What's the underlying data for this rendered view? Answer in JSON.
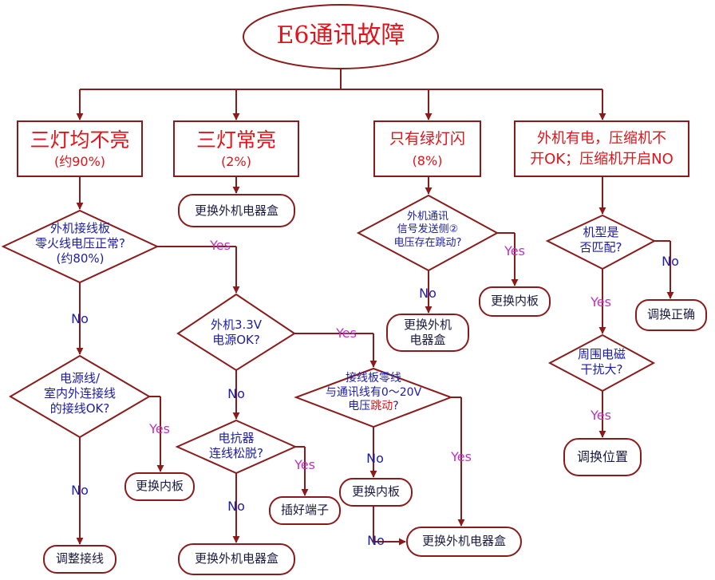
{
  "title": "E6通讯故障",
  "columns": {
    "c1": {
      "header_line1": "三灯均不亮",
      "header_line2": "(约90%)",
      "q1_line1": "外机接线板",
      "q1_line2": "零火线电压正常?",
      "q1_line3": "(约80%)",
      "q1_no": "No",
      "q1_yes": "Yes",
      "q2_line1": "电源线/",
      "q2_line2": "室内外连接线",
      "q2_line3": "的接线OK?",
      "q2_yes": "Yes",
      "q2_no": "No",
      "r_yes": "更换内板",
      "r_no": "调整接线"
    },
    "c2": {
      "header_line1": "三灯常亮",
      "header_line2": "(2%)",
      "r_top": "更换外机电器盒",
      "q1_line1": "外机3.3V",
      "q1_line2": "电源OK?",
      "q1_yes": "Yes",
      "q1_no": "No",
      "q2_line1": "电抗器",
      "q2_line2": "连线松脱?",
      "q2_yes": "Yes",
      "q2_no": "No",
      "r_yes": "插好端子",
      "r_no": "更换外机电器盒"
    },
    "c3": {
      "header_line1": "只有绿灯闪",
      "header_line2": "(8%)",
      "q1_line1": "外机通讯",
      "q1_line2": "信号发送侧②",
      "q1_line3": "电压存在跳动?",
      "q1_yes": "Yes",
      "q1_no": "No",
      "r_yes": "更换内板",
      "r_no_line1": "更换外机",
      "r_no_line2": "电器盒",
      "q2_line1": "接线板零线",
      "q2_line2": "与通讯线有0～20V",
      "q2_line3a": "电压",
      "q2_line3b": "跳动",
      "q2_line3c": "?",
      "q2_yes": "Yes",
      "q2_no": "No",
      "r_q2_no": "更换内板",
      "r_q2_no_no": "No",
      "r_final": "更换外机电器盒"
    },
    "c4": {
      "header_line1": "外机有电，压缩机不",
      "header_line2": "开OK；压缩机开启NO",
      "q1_line1": "机型是",
      "q1_line2": "否匹配?",
      "q1_no": "No",
      "q1_yes": "Yes",
      "r_no": "调换正确",
      "q2_line1": "周围电磁",
      "q2_line2": "干扰大?",
      "q2_yes": "Yes",
      "r_yes": "调换位置"
    }
  },
  "colors": {
    "line": "#8b1a1a",
    "header_text": "#e0141a",
    "body_text": "#1c1ca6",
    "yes_text": "#c230c0"
  }
}
